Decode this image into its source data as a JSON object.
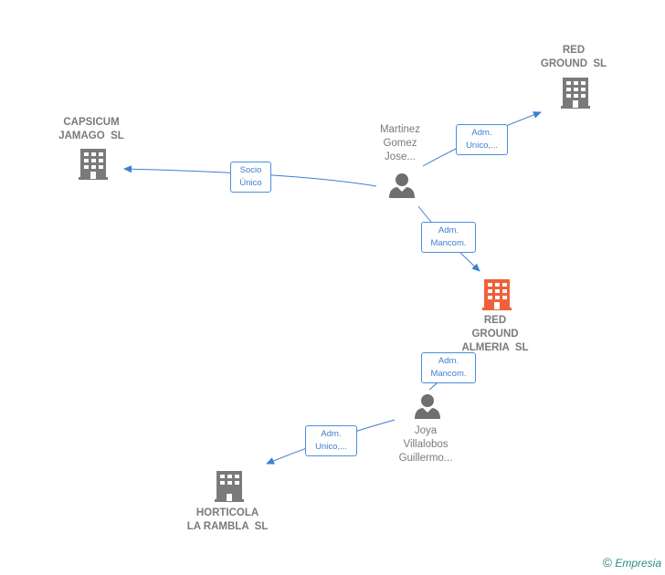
{
  "nodes": {
    "red_ground": {
      "label": "RED\nGROUND  SL",
      "type": "company"
    },
    "capsicum": {
      "label": "CAPSICUM\nJAMAGO  SL",
      "type": "company"
    },
    "martinez": {
      "label": "Martinez\nGomez\nJose...",
      "type": "person"
    },
    "red_ground_almeria": {
      "label": "RED\nGROUND\nALMERIA  SL",
      "type": "company",
      "highlight": true
    },
    "joya": {
      "label": "Joya\nVillalobos\nGuillermo...",
      "type": "person"
    },
    "horticola": {
      "label": "HORTICOLA\nLA RAMBLA  SL",
      "type": "company"
    }
  },
  "edges": {
    "socio_unico": "Socio\nÚnico",
    "adm_unico_1": "Adm.\nUnico,...",
    "adm_mancom_1": "Adm.\nMancom.",
    "adm_mancom_2": "Adm.\nMancom.",
    "adm_unico_2": "Adm.\nUnico,..."
  },
  "colors": {
    "edge": "#3d7fd0",
    "building": "#7a7a7a",
    "highlight": "#f0603a",
    "person": "#6f6f6f"
  },
  "watermark": {
    "symbol": "©",
    "brand": "Empresia"
  }
}
